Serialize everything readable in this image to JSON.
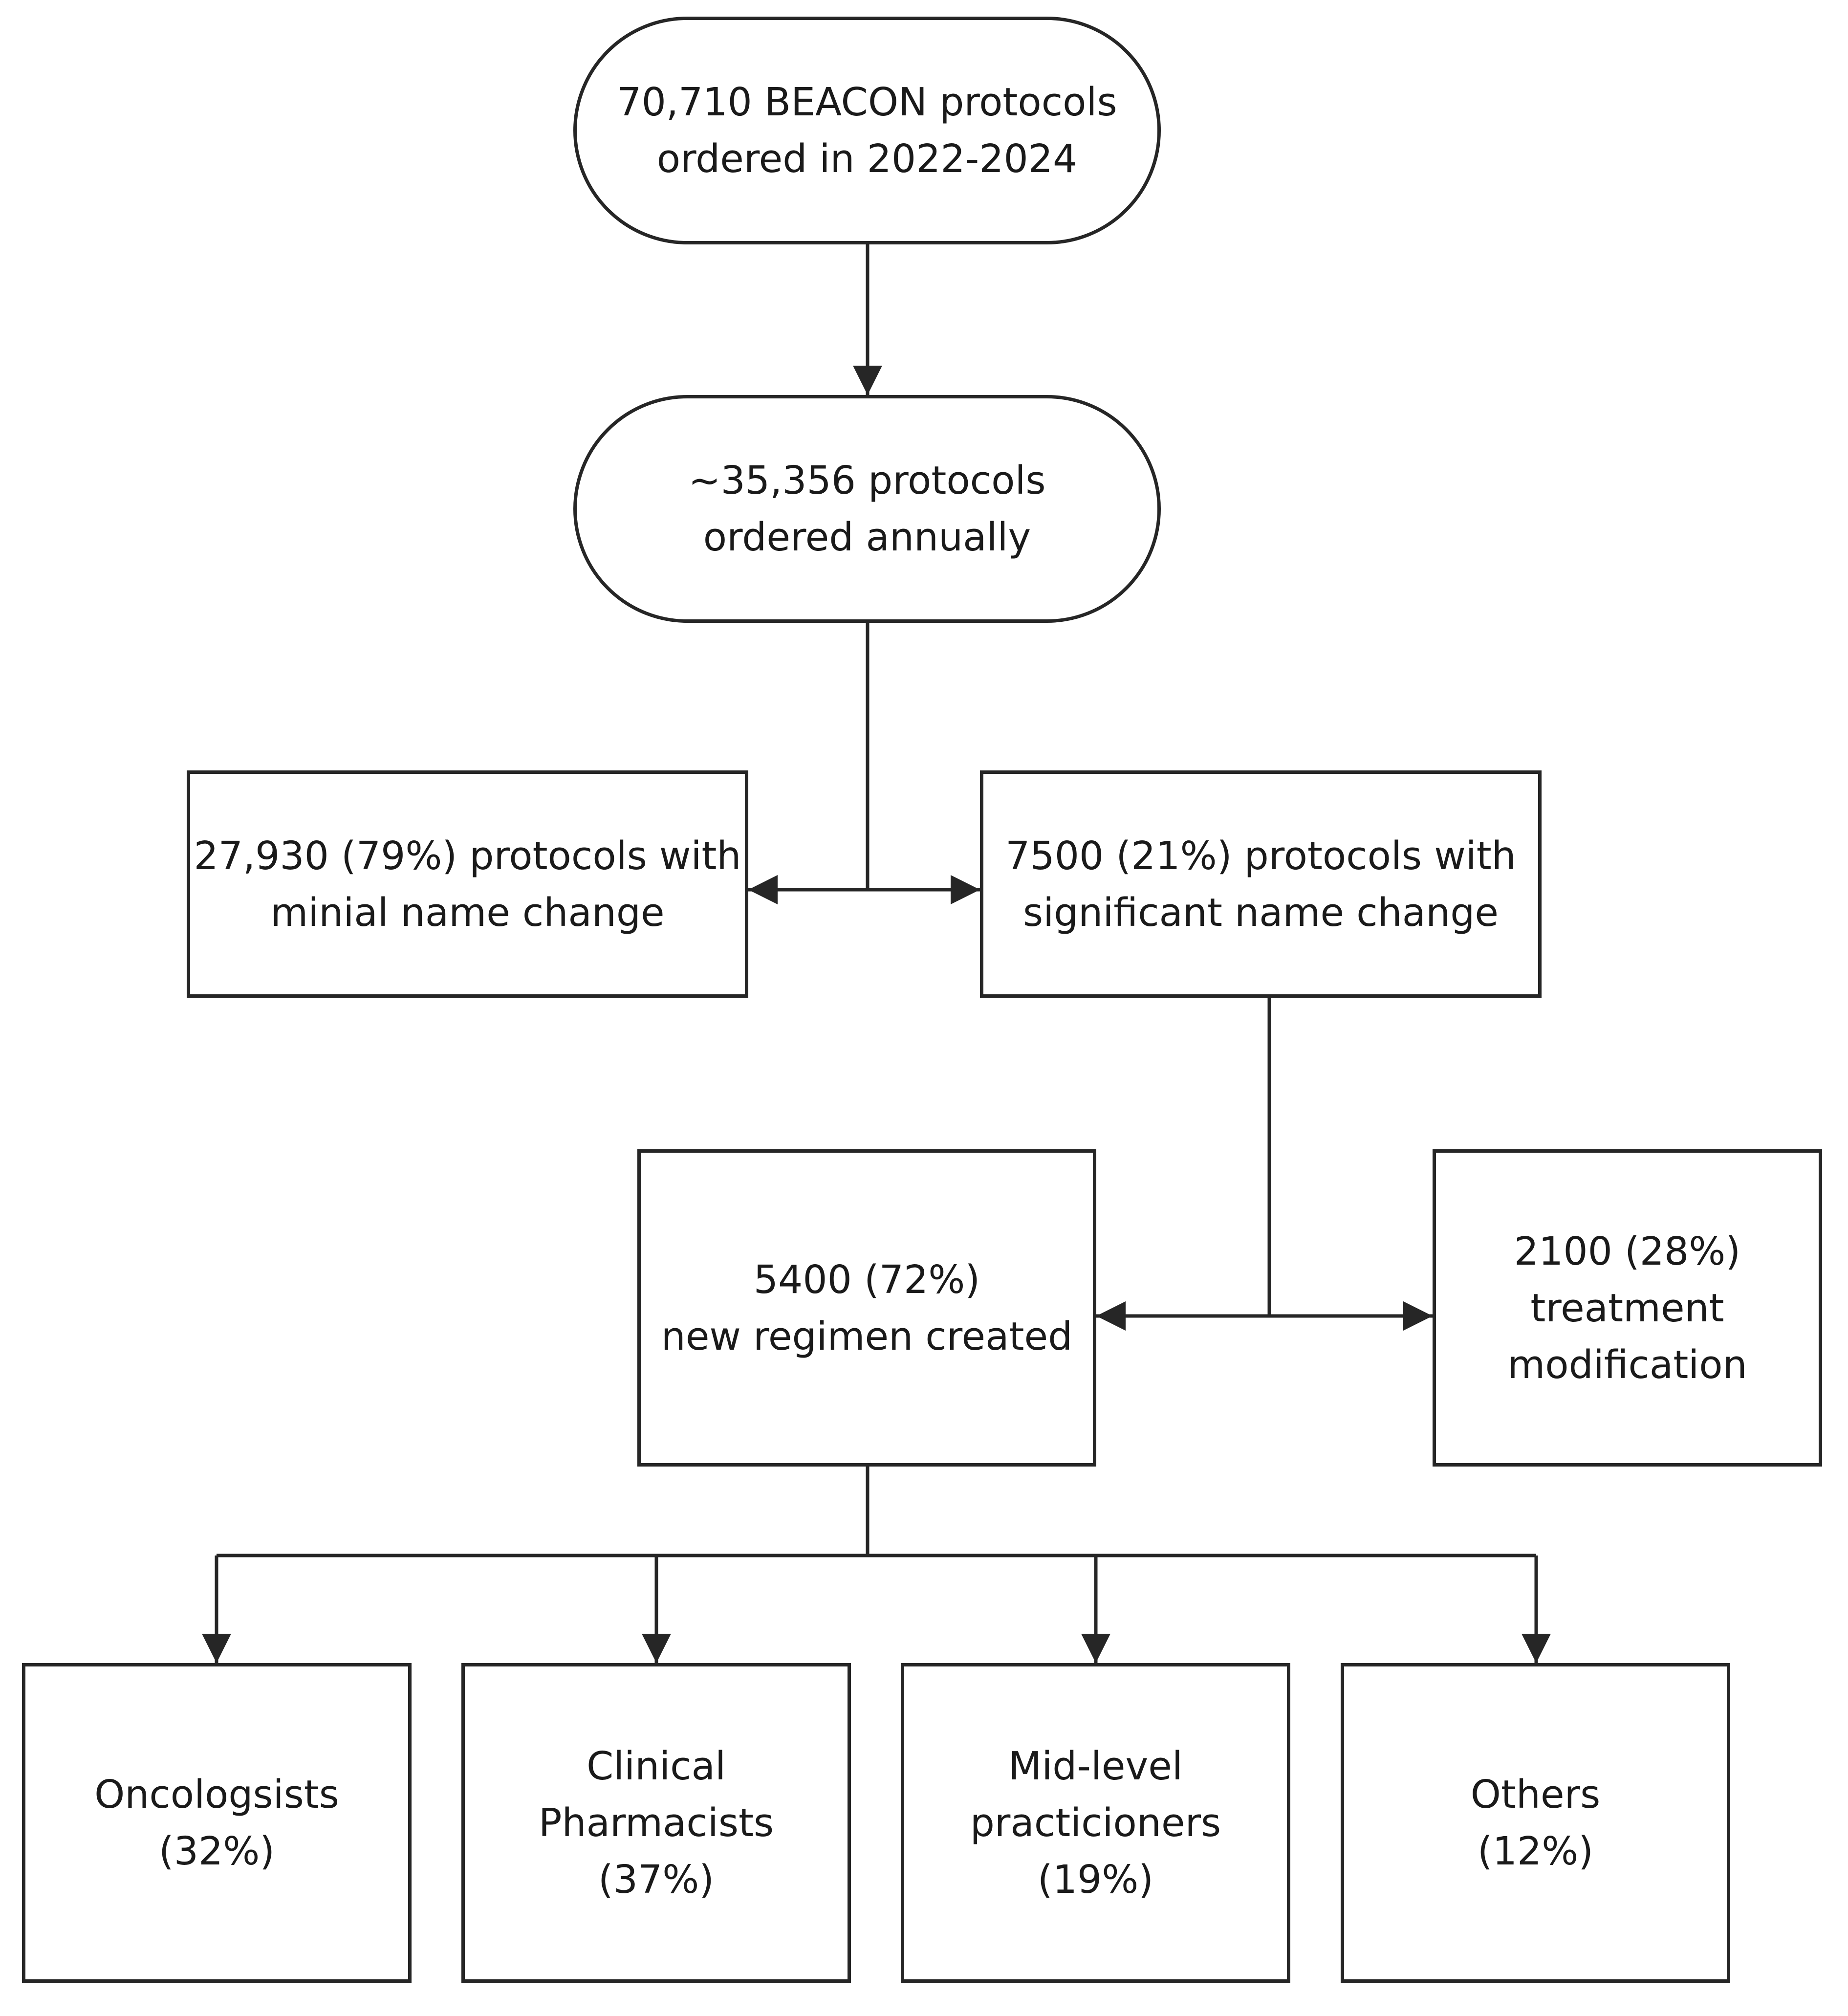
{
  "nodes": {
    "total": {
      "lines": [
        "70,710 BEACON protocols",
        "ordered in 2022-2024"
      ]
    },
    "annual": {
      "lines": [
        "~35,356 protocols",
        "ordered annually"
      ]
    },
    "minimal_change": {
      "lines": [
        "27,930 (79%) protocols with",
        "minial name change"
      ]
    },
    "significant_change": {
      "lines": [
        "7500 (21%) protocols with",
        "significant name change"
      ]
    },
    "new_regimen": {
      "lines": [
        "5400 (72%)",
        "new regimen created"
      ]
    },
    "treatment_modification": {
      "lines": [
        "2100 (28%)",
        "treatment",
        "modification"
      ]
    },
    "oncologists": {
      "lines": [
        "Oncologsists",
        "(32%)"
      ]
    },
    "clinical_pharmacists": {
      "lines": [
        "Clinical",
        "Pharmacists",
        "(37%)"
      ]
    },
    "mid_level": {
      "lines": [
        "Mid-level",
        "practicioners",
        "(19%)"
      ]
    },
    "others": {
      "lines": [
        "Others",
        "(12%)"
      ]
    }
  },
  "colors": {
    "stroke": "#262626",
    "text": "#1a1a1a",
    "background": "#ffffff"
  }
}
